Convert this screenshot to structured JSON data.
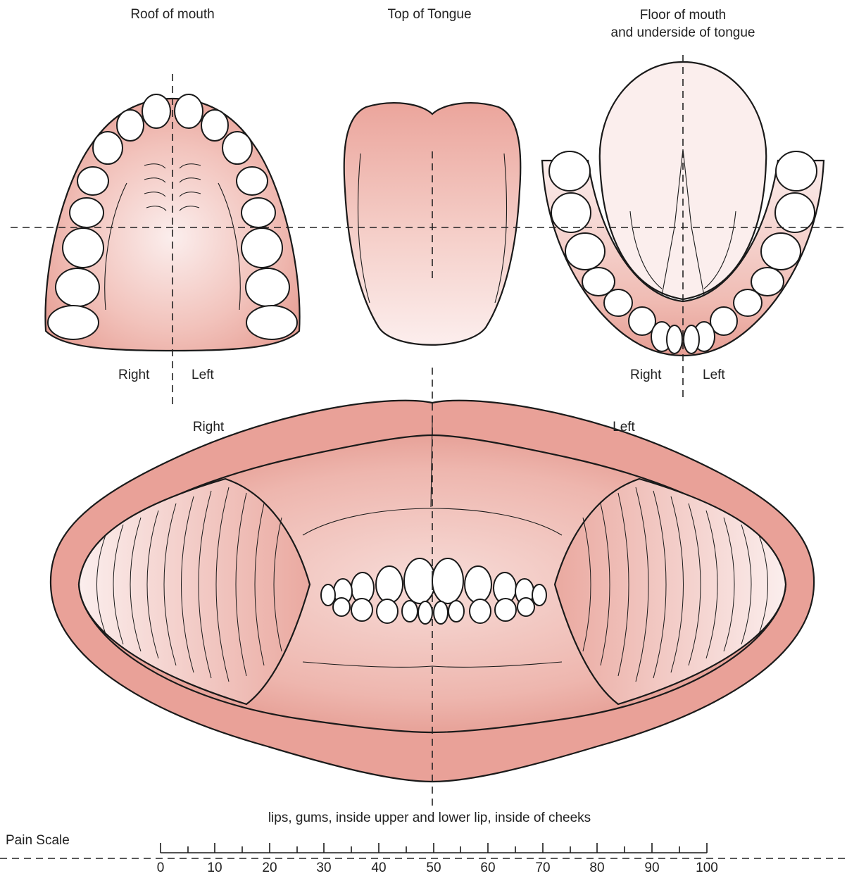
{
  "labels": {
    "roof": "Roof of mouth",
    "tongue_top": "Top of Tongue",
    "floor_line1": "Floor of mouth",
    "floor_line2": "and underside of tongue",
    "right1": "Right",
    "left1": "Left",
    "right2": "Right",
    "left2": "Left",
    "right_mouth": "Right",
    "left_mouth": "Left",
    "caption": "lips, gums, inside upper and lower lip, inside of cheeks",
    "pain_scale": "Pain Scale"
  },
  "scale_ticks": [
    "0",
    "10",
    "20",
    "30",
    "40",
    "50",
    "60",
    "70",
    "80",
    "90",
    "100"
  ],
  "colors": {
    "tissue": "#eaa399",
    "tissue_light": "#f9e4e0",
    "line": "#1a1a1a"
  }
}
